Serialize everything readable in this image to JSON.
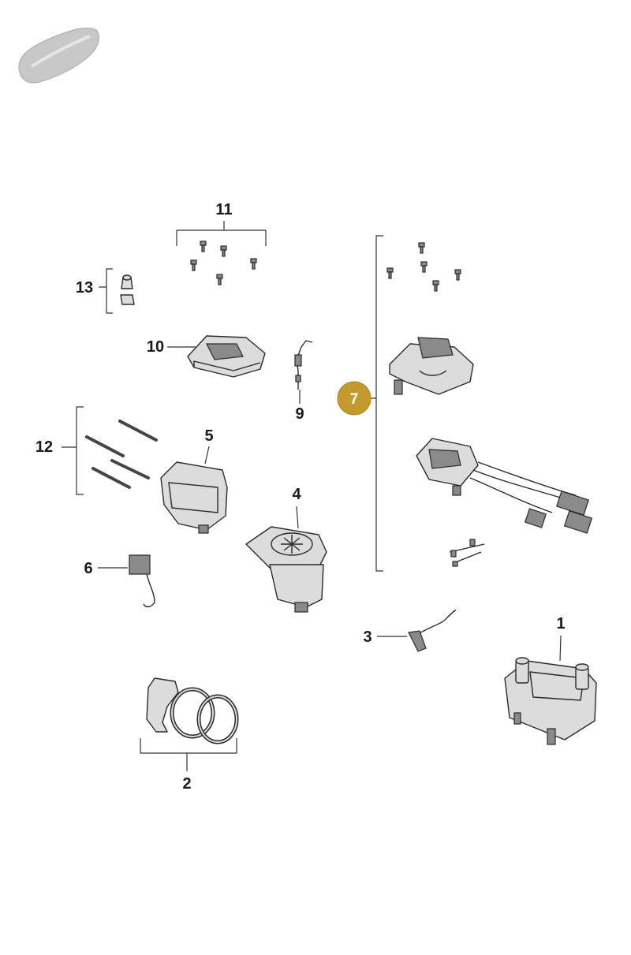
{
  "callouts": {
    "c1": "1",
    "c2": "2",
    "c3": "3",
    "c4": "4",
    "c5": "5",
    "c6": "6",
    "c7": "7",
    "c9": "9",
    "c10": "10",
    "c11": "11",
    "c12": "12",
    "c13": "13"
  },
  "colors": {
    "highlight": "#c49a2c",
    "car_icon": "#c8c8c8",
    "line": "#333333"
  },
  "icons": {
    "vehicle": "car-silhouette-icon"
  }
}
